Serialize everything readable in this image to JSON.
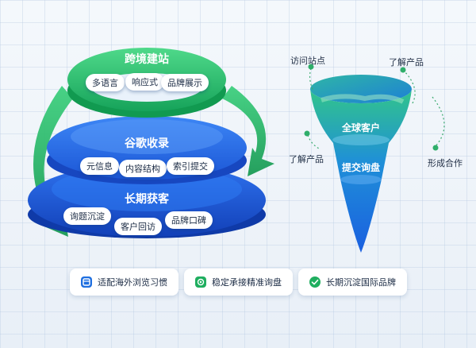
{
  "rings": [
    {
      "title": "跨境建站",
      "tags": [
        "多语言",
        "响应式",
        "品牌展示"
      ]
    },
    {
      "title": "谷歌收录",
      "tags": [
        "元信息",
        "内容结构",
        "索引提交"
      ]
    },
    {
      "title": "长期获客",
      "tags": [
        "询题沉淀",
        "客户回访",
        "品牌口碑"
      ]
    }
  ],
  "funnel": {
    "bands": [
      "全球客户",
      "提交询盘"
    ],
    "callouts": {
      "top_left": "访问站点",
      "top_right": "了解产品",
      "mid_left": "了解产品",
      "mid_right": "形成合作"
    }
  },
  "cards": [
    {
      "label": "适配海外浏览习惯",
      "icon": "browser-icon",
      "color": "#1f6fe0"
    },
    {
      "label": "稳定承接精准询盘",
      "icon": "inquiry-icon",
      "color": "#1fae5f"
    },
    {
      "label": "长期沉淀国际品牌",
      "icon": "check-icon",
      "color": "#1fae5f"
    }
  ],
  "colors": {
    "green": "#1fb866",
    "blue": "#1d63e8",
    "deep_blue": "#1446c8"
  }
}
